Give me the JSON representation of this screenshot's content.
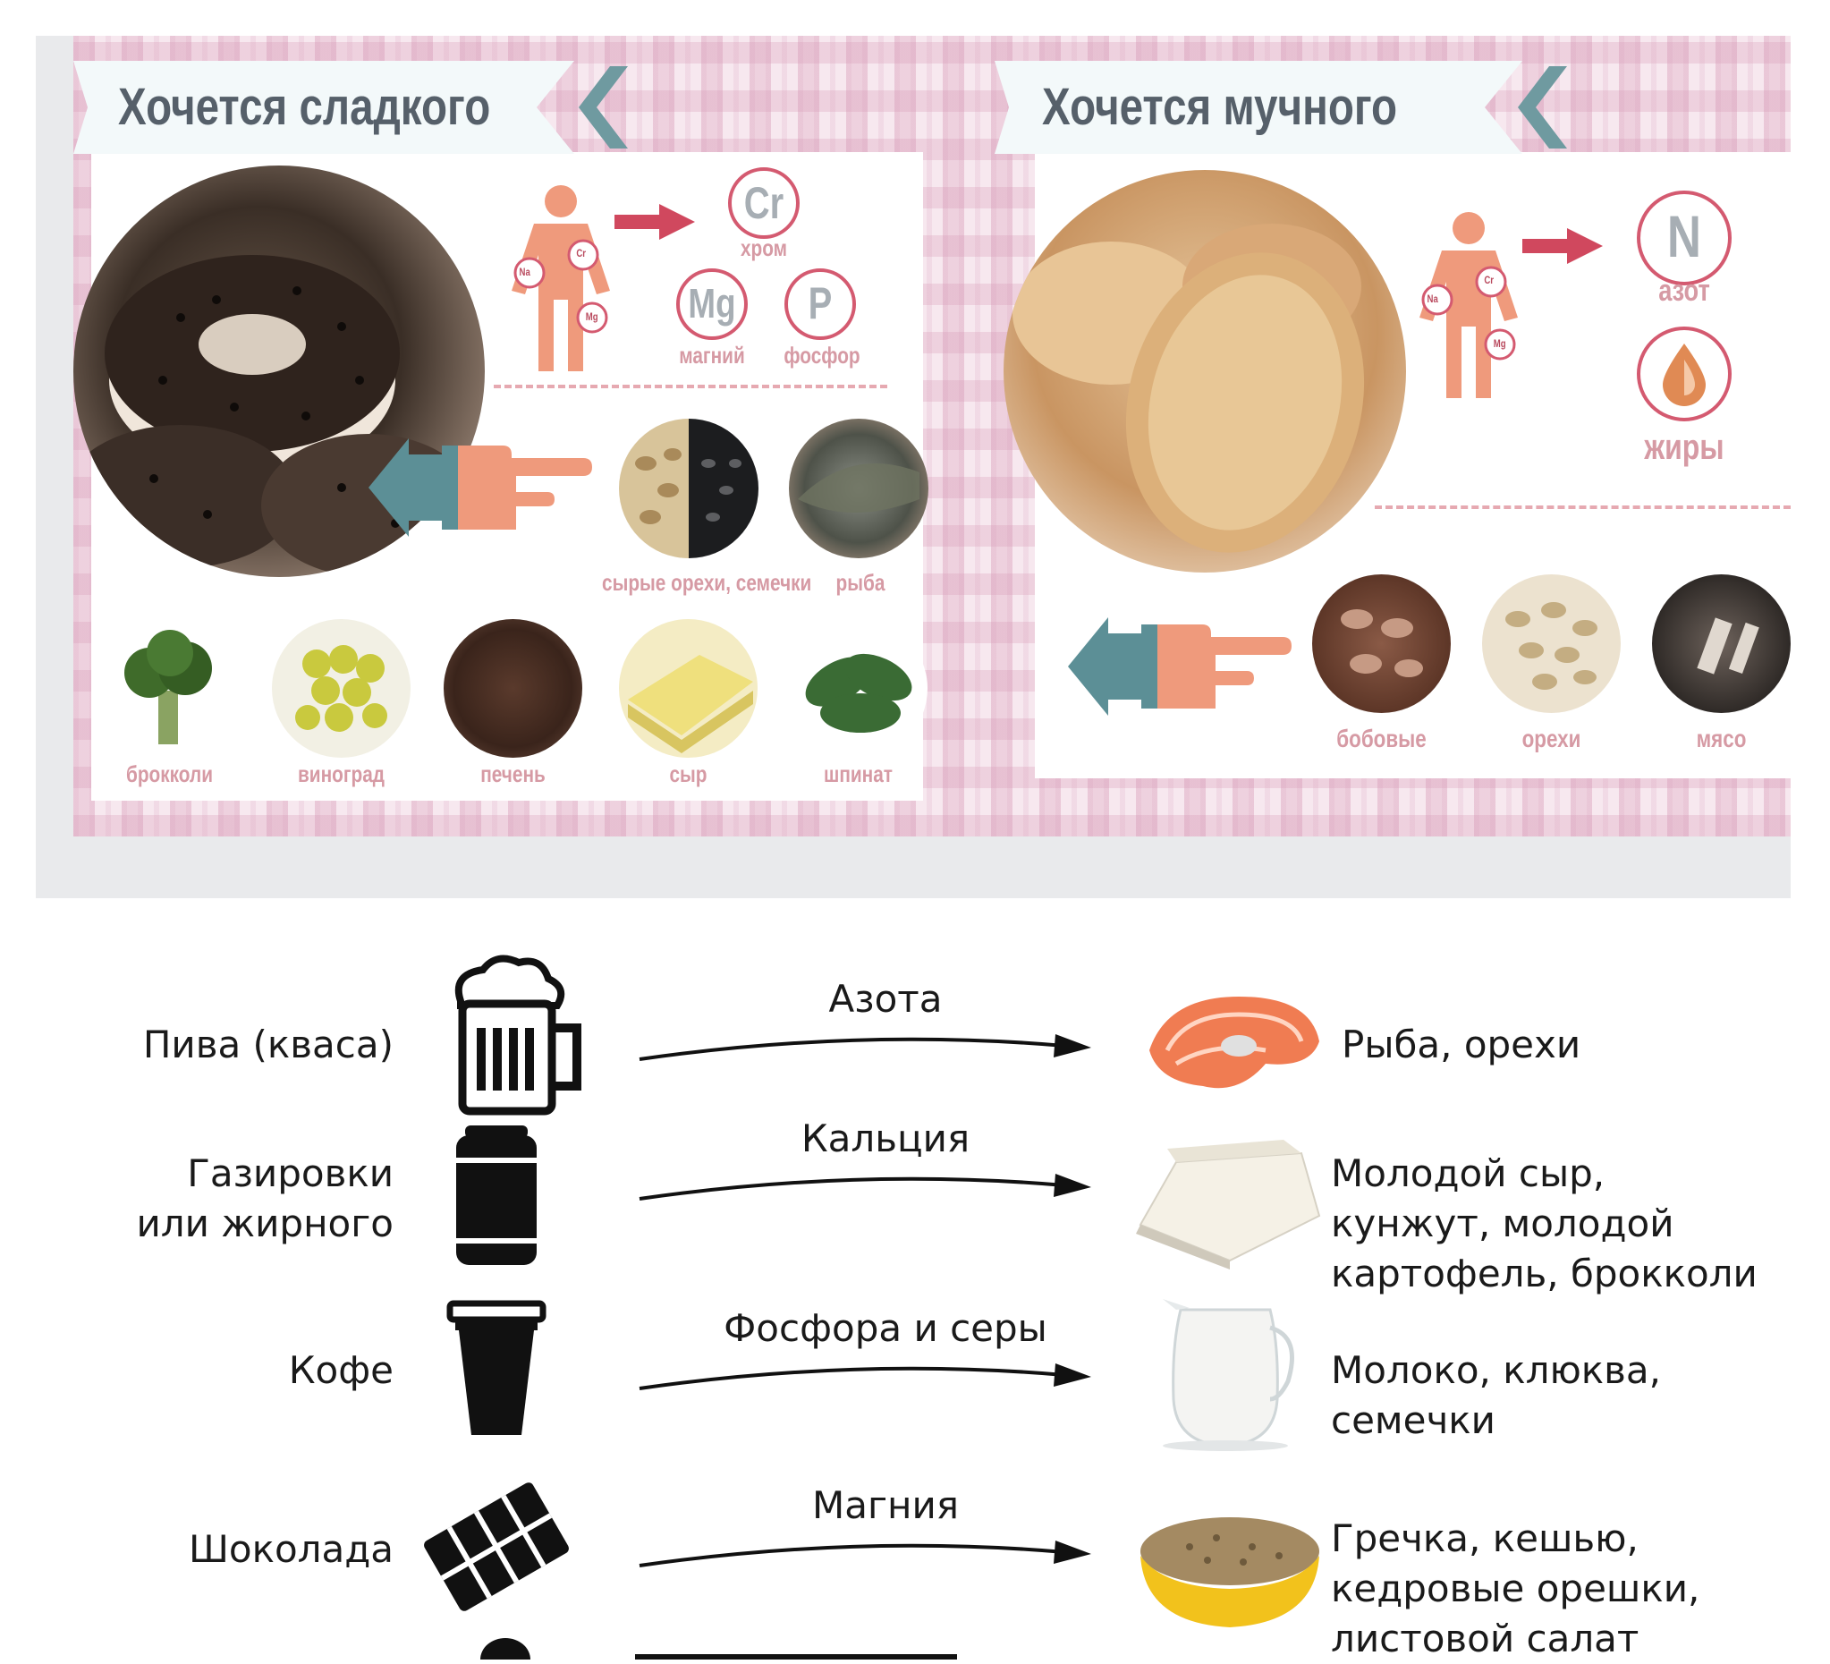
{
  "sweet_panel": {
    "title": "Хочется сладкого",
    "lacks": [
      {
        "symbol": "Cr",
        "label": "хром"
      },
      {
        "symbol": "Mg",
        "label": "магний"
      },
      {
        "symbol": "P",
        "label": "фосфор"
      }
    ],
    "body_marks": [
      "Na",
      "Cr",
      "Mg"
    ],
    "top_foods": [
      "сырые орехи, семечки",
      "рыба"
    ],
    "foods": [
      "брокколи",
      "виноград",
      "печень",
      "сыр",
      "шпинат"
    ]
  },
  "flour_panel": {
    "title": "Хочется мучного",
    "lacks": [
      {
        "symbol": "N",
        "label": "азот"
      },
      {
        "symbol": "",
        "label": "жиры"
      }
    ],
    "body_marks": [
      "Na",
      "Cr",
      "Mg"
    ],
    "foods": [
      "бобовые",
      "орехи",
      "мясо"
    ]
  },
  "cravings": [
    {
      "craving": "Пива (кваса)",
      "icon": "beer-mug-icon",
      "lack": "Азота",
      "food_image": "salmon-steak-image",
      "foods": "Рыба, орехи"
    },
    {
      "craving": "Газировки\nили жирного",
      "icon": "soda-can-icon",
      "lack": "Кальция",
      "food_image": "cheese-block-image",
      "foods": "Молодой сыр,\nкунжут, молодой\nкартофель, брокколи"
    },
    {
      "craving": "Кофе",
      "icon": "coffee-cup-icon",
      "lack": "Фосфора и серы",
      "food_image": "milk-jug-image",
      "foods": "Молоко, клюква,\nсемечки"
    },
    {
      "craving": "Шоколада",
      "icon": "chocolate-bar-icon",
      "lack": "Магния",
      "food_image": "buckwheat-bowl-image",
      "foods": "Гречка, кешью,\nкедровые орешки,\nлистовой салат"
    }
  ],
  "colors": {
    "coral": "#ef9a7c",
    "teal": "#5c8f96",
    "pink_accent": "#d45a70",
    "red_arrow": "#d0485e",
    "banner_text": "#56606a"
  }
}
